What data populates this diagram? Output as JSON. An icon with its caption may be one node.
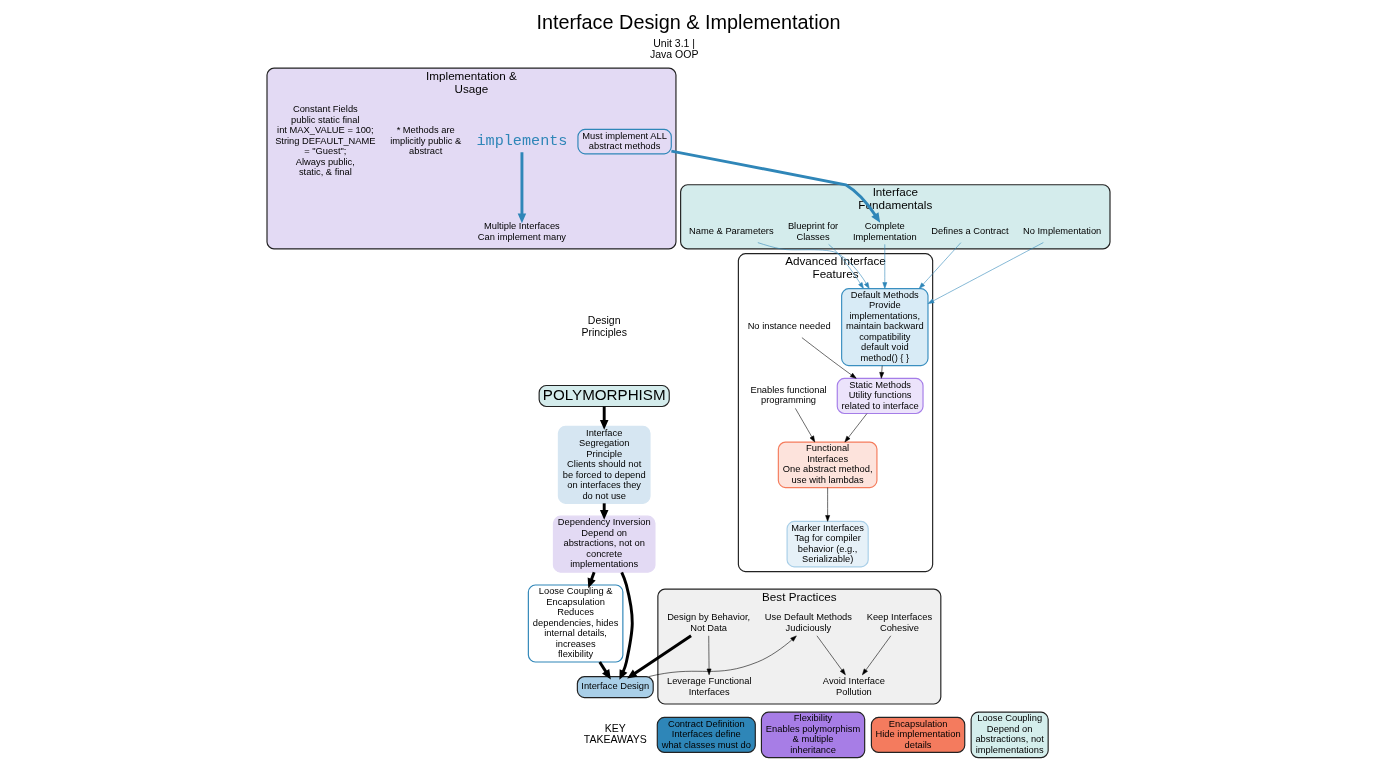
{
  "diagram": {
    "title": "Interface Design & Implementation",
    "nodes": [
      {
        "text": [
          "Interface Fundamentals"
        ]
      },
      {
        "text": [
          "Defines a Contract"
        ],
        "in": 0
      },
      {
        "text": [
          "Blueprint for Classes"
        ],
        "in": 0
      },
      {
        "text": [
          "Name & Parameters"
        ],
        "in": 0
      },
      {
        "text": [
          "No Implementation"
        ],
        "in": 0
      },
      {
        "text": [
          "Complete Implementation"
        ],
        "in": 0
      },
      {
        "text": [
          "Implementation & Usage"
        ]
      },
      {
        "text": [
          "implements"
        ],
        "in": 6
      },
      {
        "text": [
          "Multiple Interfaces",
          "Can implement many"
        ],
        "in": 6
      },
      {
        "text": [
          "Must implement ALL abstract methods"
        ],
        "in": 6
      },
      {
        "text": [
          "* Methods are implicitly public & abstract"
        ],
        "in": 6
      },
      {
        "text": [
          "Constant Fields",
          "public static final int MAX_VALUE = 100; String DEFAULT_NAME = \"Guest\";",
          "Always public, static, & final"
        ],
        "in": 6
      },
      {
        "text": [
          "POLYMORPHISM"
        ]
      },
      {
        "text": [
          "Interface Segregation Principle",
          "Clients should not be forced to depend on interfaces they do not use"
        ]
      },
      {
        "text": [
          "Dependency Inversion",
          "Depend on abstractions, not on concrete implementations"
        ]
      },
      {
        "text": [
          "Loose Coupling & Encapsulation",
          "Reduces dependencies, hides internal details, increases flexibility"
        ]
      },
      {
        "text": [
          "Advanced Interface Features"
        ]
      },
      {
        "text": [
          "Default Methods",
          "Provide implementations, maintain backward compatibility",
          "default void method() { }"
        ],
        "in": 16
      },
      {
        "text": [
          "Static Methods",
          "Utility functions related to interface"
        ],
        "in": 16
      },
      {
        "text": [
          "Functional Interfaces",
          "One abstract method, use with lambdas"
        ],
        "in": 16
      },
      {
        "text": [
          "Marker Interfaces",
          "Tag for compiler behavior (e.g., Serializable)"
        ],
        "in": 16
      },
      {
        "text": [
          "No instance needed"
        ],
        "in": 16
      },
      {
        "text": [
          "Enables functional programming"
        ],
        "in": 16
      },
      {
        "text": [
          "Best Practices"
        ]
      },
      {
        "text": [
          "Design by Behavior, Not Data"
        ],
        "in": 23
      },
      {
        "text": [
          "Keep Interfaces Cohesive"
        ],
        "in": 23
      },
      {
        "text": [
          "Avoid Interface Pollution"
        ],
        "in": 23
      },
      {
        "text": [
          "Use Default Methods Judiciously"
        ],
        "in": 23
      },
      {
        "text": [
          "Leverage Functional Interfaces"
        ],
        "in": 23
      },
      {
        "text": [
          "Interface Design"
        ]
      },
      {
        "text": [
          "Contract Definition",
          "Interfaces define what classes must do"
        ]
      },
      {
        "text": [
          "Flexibility",
          "Enables polymorphism & multiple inheritance"
        ]
      },
      {
        "text": [
          "Encapsulation",
          "Hide implementation details"
        ]
      },
      {
        "text": [
          "Loose Coupling",
          "Depend on abstractions, not implementations"
        ]
      }
    ],
    "edges": [
      {
        "from": 7,
        "to": 8,
        "arrow": "to",
        "style": "thick",
        "color": "#2f86b8"
      },
      {
        "from": 9,
        "to": 5,
        "arrow": "to",
        "style": "thick",
        "color": "#2f86b8"
      },
      {
        "from": 1,
        "to": 17,
        "arrow": "to",
        "color": "#2f86b8"
      },
      {
        "from": 2,
        "to": 17,
        "arrow": "to",
        "color": "#2f86b8"
      },
      {
        "from": 3,
        "to": 17,
        "arrow": "to",
        "color": "#2f86b8"
      },
      {
        "from": 4,
        "to": 17,
        "arrow": "to",
        "color": "#2f86b8"
      },
      {
        "from": 5,
        "to": 17,
        "arrow": "to",
        "color": "#2f86b8"
      },
      {
        "from": 12,
        "to": 13,
        "arrow": "to",
        "style": "thick"
      },
      {
        "from": 13,
        "to": 14,
        "arrow": "to",
        "style": "thick"
      },
      {
        "from": 14,
        "to": 15,
        "arrow": "to",
        "style": "thick"
      },
      {
        "from": 14,
        "to": 29,
        "arrow": "to",
        "style": "thick"
      },
      {
        "from": 15,
        "to": 29,
        "arrow": "to",
        "style": "thick"
      },
      {
        "from": 17,
        "to": 18,
        "arrow": "to"
      },
      {
        "from": 18,
        "to": 19,
        "arrow": "to"
      },
      {
        "from": 19,
        "to": 20,
        "arrow": "to"
      },
      {
        "from": 21,
        "to": 18,
        "arrow": "to"
      },
      {
        "from": 22,
        "to": 19,
        "arrow": "to"
      },
      {
        "from": 24,
        "to": 29,
        "arrow": "to",
        "style": "thick"
      },
      {
        "from": 24,
        "to": 28,
        "arrow": "to"
      },
      {
        "from": 25,
        "to": 26,
        "arrow": "to"
      },
      {
        "from": 29,
        "to": 27,
        "arrow": "to"
      },
      {
        "from": 27,
        "to": 26,
        "arrow": "to"
      }
    ],
    "labels": [
      "Unit 3.1 | Java OOP",
      "Design Principles",
      "KEY TAKEAWAYS"
    ]
  }
}
